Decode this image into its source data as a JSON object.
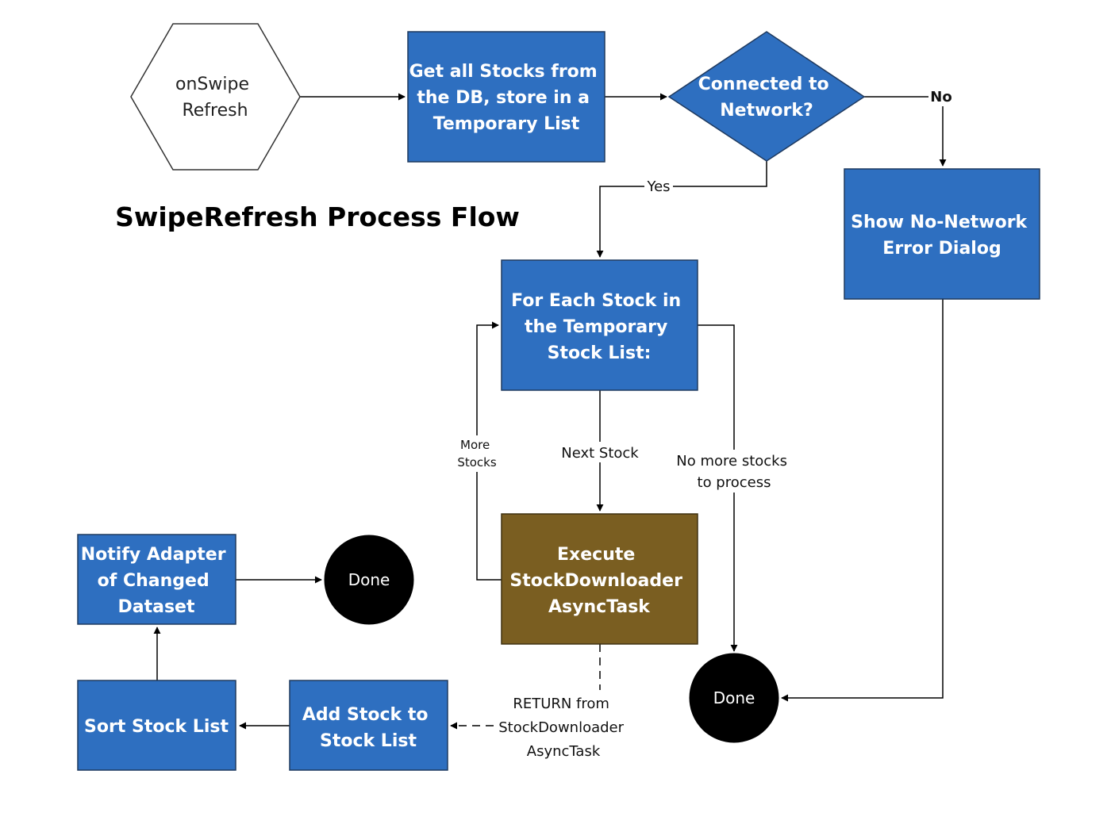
{
  "title": "SwipeRefresh Process Flow",
  "colors": {
    "process_fill": "#2e6fc0",
    "async_fill": "#7a5e21",
    "terminal_fill": "#000000",
    "connector": "#000000"
  },
  "nodes": {
    "start": {
      "lines": [
        "onSwipe",
        "Refresh"
      ]
    },
    "get_stocks": {
      "lines": [
        "Get all Stocks from",
        "the DB, store in a",
        "Temporary List"
      ]
    },
    "connected": {
      "lines": [
        "Connected to",
        "Network?"
      ]
    },
    "no_network": {
      "lines": [
        "Show No-Network",
        "Error Dialog"
      ]
    },
    "for_each": {
      "lines": [
        "For Each Stock in",
        "the Temporary",
        "Stock List:"
      ]
    },
    "execute": {
      "lines": [
        "Execute",
        "StockDownloader",
        "AsyncTask"
      ]
    },
    "done_right": {
      "label": "Done"
    },
    "done_left": {
      "label": "Done"
    },
    "notify": {
      "lines": [
        "Notify Adapter",
        "of Changed",
        "Dataset"
      ]
    },
    "sort": {
      "label": "Sort Stock List"
    },
    "add": {
      "lines": [
        "Add Stock to",
        "Stock List"
      ]
    }
  },
  "edges": {
    "no": "No",
    "yes": "Yes",
    "next_stock": "Next Stock",
    "more_stocks": [
      "More",
      "Stocks"
    ],
    "no_more": [
      "No more stocks",
      "to process"
    ],
    "return_from": [
      "RETURN from",
      "StockDownloader",
      "AsyncTask"
    ]
  }
}
